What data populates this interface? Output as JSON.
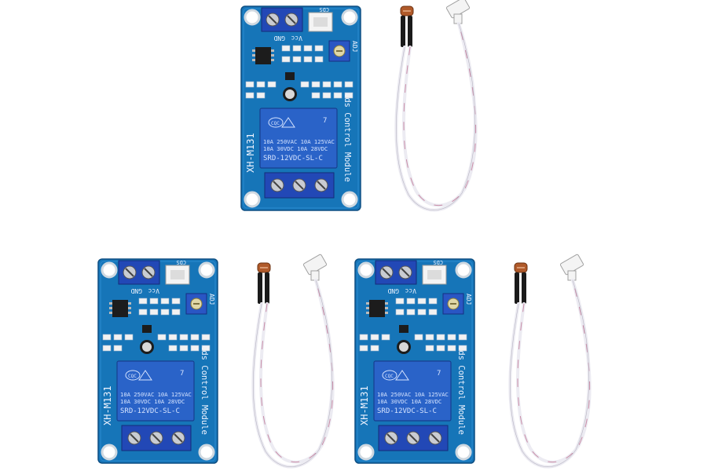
{
  "products": [
    {
      "board": {
        "model": "XH-M131",
        "module_name": "Cds Control Module",
        "relay_lines": [
          "10A 250VAC  10A 125VAC",
          "10A  30VDC  10A  28VDC",
          "SRD-12VDC-SL-C"
        ],
        "relay_logo": "CQC",
        "relay_number": "7",
        "pot_label": "ADJ",
        "connector_label": "CDS",
        "pin_labels": [
          "GND",
          "Vcc"
        ]
      }
    },
    {
      "board": {
        "model": "XH-M131",
        "module_name": "Cds Control Module",
        "relay_lines": [
          "10A 250VAC  10A 125VAC",
          "10A  30VDC  10A  28VDC",
          "SRD-12VDC-SL-C"
        ],
        "relay_logo": "CQC",
        "relay_number": "7",
        "pot_label": "ADJ",
        "connector_label": "CDS",
        "pin_labels": [
          "GND",
          "Vcc"
        ]
      }
    },
    {
      "board": {
        "model": "XH-M131",
        "module_name": "Cds Control Module",
        "relay_lines": [
          "10A 250VAC  10A 125VAC",
          "10A  30VDC  10A  28VDC",
          "SRD-12VDC-SL-C"
        ],
        "relay_logo": "CQC",
        "relay_number": "7",
        "pot_label": "ADJ",
        "connector_label": "CDS",
        "pin_labels": [
          "GND",
          "Vcc"
        ]
      }
    }
  ],
  "colors": {
    "background": "#ffffff",
    "pcb": "#1675b8",
    "relay": "#2a63c8",
    "terminal": "#2248b6",
    "wire": "#ecebf2",
    "wire_stripe": "#c88ba6",
    "connector": "#f4f4f4",
    "sensor_leg": "#1a1a1a",
    "sensor_head": "#b05a2a"
  }
}
